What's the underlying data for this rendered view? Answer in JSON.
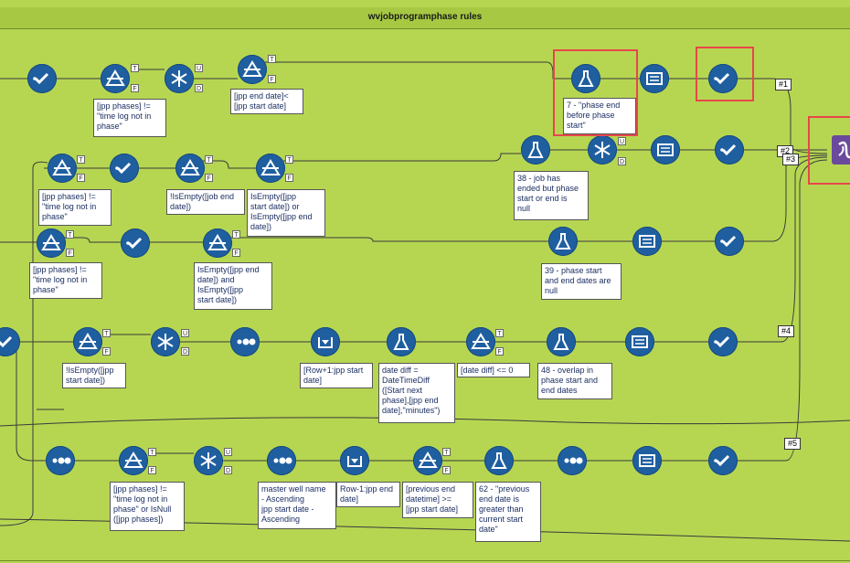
{
  "container": {
    "title": "wvjobprogramphase rules"
  },
  "notes": {
    "n1": "[jpp phases] != \n\"time log not in \nphase\"",
    "n2": "[jpp end date]< \n[jpp start date]",
    "n3": "7 - \"phase end \nbefore phase \nstart\"",
    "n4": "[jpp phases] != \n\"time log not in \nphase\"",
    "n5": "!IsEmpty([job end \ndate])",
    "n6": "IsEmpty([jpp \nstart date]) or \nIsEmpty([jpp end \ndate])",
    "n7": "38 - job has \nended but phase \nstart or end is \nnull",
    "n8": "[jpp phases] != \n\"time log not in \nphase\"",
    "n9": "IsEmpty([jpp end \ndate]) and \nIsEmpty([jpp \nstart date])",
    "n10": "39 - phase start \nand end dates are \nnull",
    "n11": "!IsEmpty([jpp \nstart date])",
    "n12": "[Row+1:jpp start \ndate]",
    "n13": "date diff = \nDateTimeDiff \n([Start next \nphase],[jpp end \ndate],\"minutes\")",
    "n14": "[date diff] <= 0",
    "n15": "48 - overlap in \nphase start and \nend dates",
    "n16": "[jpp phases] != \n\"time log not in \nphase\" or IsNull \n([jpp phases])",
    "n17": "master well name \n- Ascending \njpp start date - \nAscending",
    "n18": "Row-1:jpp end \ndate]",
    "n19": "[previous end \ndatetime] >= \n[jpp start date]",
    "n20": "62 - \"previous \nend date is \ngreater than \ncurrent start \ndate\""
  },
  "badges": {
    "b1": "#1",
    "b2": "#2",
    "b3": "#3",
    "b4": "#4",
    "b5": "#5"
  },
  "anchors": {
    "true": "T",
    "false": "F",
    "unique": "U",
    "dup": "D"
  },
  "colors": {
    "canvas": "#b6d652",
    "tool_blue": "#1f5fa0",
    "highlight": "#e8464a",
    "union": "#6a4a9c"
  },
  "icons": [
    "check-icon",
    "filter-icon",
    "unique-icon",
    "formula-icon",
    "browse-icon",
    "sample-icon",
    "sort-icon",
    "multirow-icon",
    "union-icon"
  ]
}
